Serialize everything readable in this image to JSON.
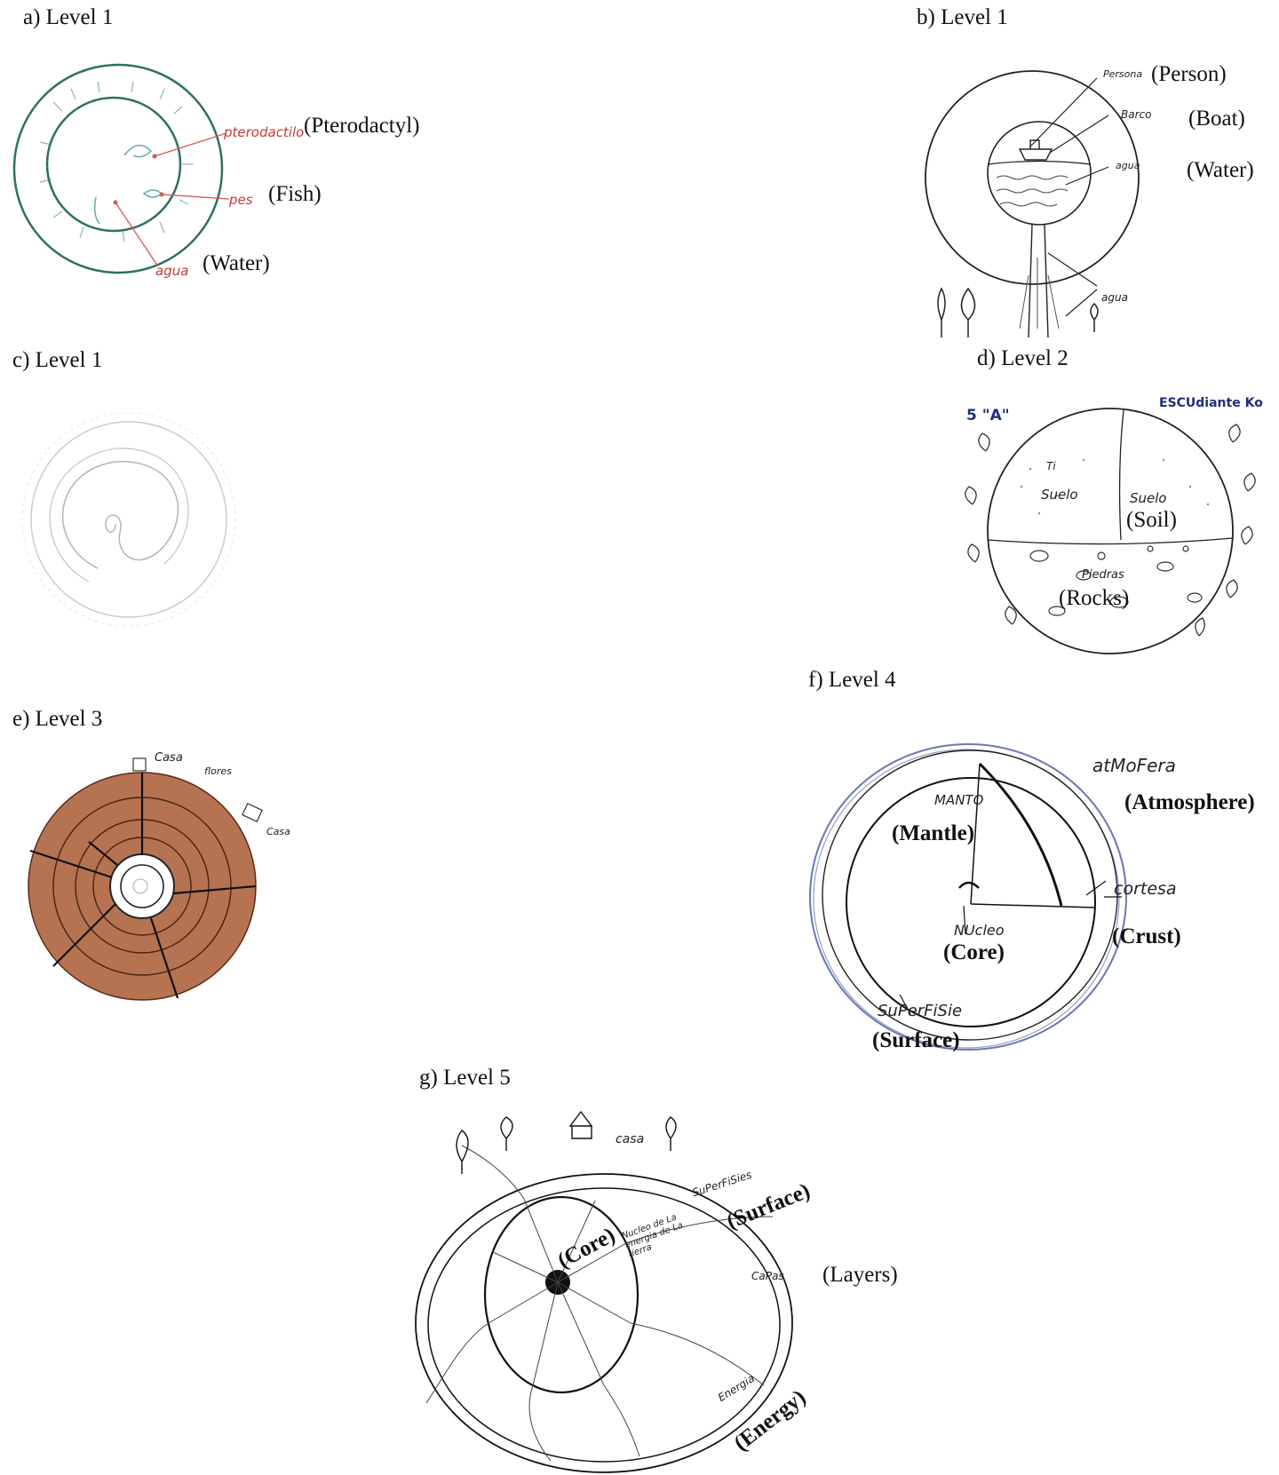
{
  "panels": {
    "a": {
      "title": "a) Level 1",
      "handwritten": [
        "pterodactilo",
        "pes",
        "agua"
      ],
      "labels": [
        "(Pterodactyl)",
        "(Fish)",
        "(Water)"
      ]
    },
    "b": {
      "title": "b) Level 1",
      "handwritten": [
        "Persona",
        "Barco",
        "agua",
        "agua"
      ],
      "labels": [
        "(Person)",
        "(Boat)",
        "(Water)"
      ]
    },
    "c": {
      "title": "c) Level 1"
    },
    "d": {
      "title": "d) Level 2",
      "handwritten": [
        "5 \"A\"",
        "ESCUdiante Ko",
        "Ti",
        "Suelo",
        "Suelo",
        "Piedras"
      ],
      "labels": [
        "(Soil)",
        "(Rocks)"
      ]
    },
    "e": {
      "title": "e) Level 3",
      "handwritten": [
        "Casa",
        "Casa",
        "flores"
      ]
    },
    "f": {
      "title": "f) Level 4",
      "handwritten": [
        "atMoFera",
        "MANTO",
        "cortesa",
        "NUcleo",
        "SuPerFiSie"
      ],
      "labels": [
        "(Atmosphere)",
        "(Mantle)",
        "(Crust)",
        "(Core)",
        "(Surface)"
      ]
    },
    "g": {
      "title": "g) Level 5",
      "handwritten": [
        "casa",
        "SuPerFiSies",
        "Nucleo de La energia de La tierra",
        "CaPas",
        "Energia"
      ],
      "labels": [
        "(Surface)",
        "(Core)",
        "(Layers)",
        "(Energy)"
      ]
    }
  },
  "colors": {
    "ink": "#1a1a1a",
    "teal_ink": "#2f6f66",
    "red_ink": "#c23a3a",
    "blue_ink": "#2d3f8f",
    "brown_fill": "#a85a34",
    "faint_ink": "#c8c8c8"
  }
}
